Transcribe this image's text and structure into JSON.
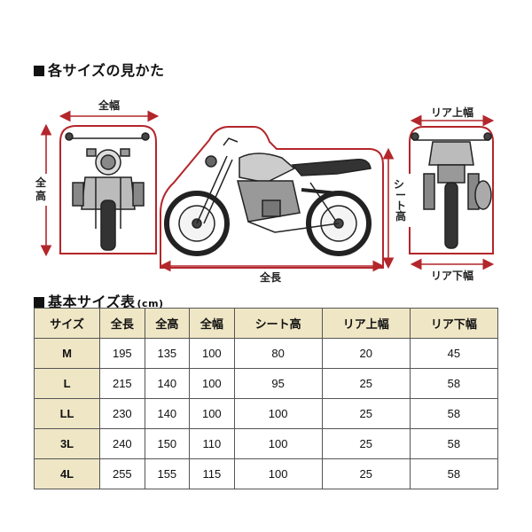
{
  "section1": {
    "title": "各サイズの見かた"
  },
  "section2": {
    "title": "基本サイズ表",
    "unit": "(cm)"
  },
  "diagram": {
    "labels": {
      "width": "全幅",
      "height": "全高",
      "length": "全長",
      "seat_height_line1": "シート",
      "seat_height_line2": "高",
      "rear_upper_width": "リア上幅",
      "rear_lower_width": "リア下幅"
    },
    "colors": {
      "outline": "#b3262b",
      "arrow": "#b3262b"
    }
  },
  "table": {
    "headers": [
      "サイズ",
      "全長",
      "全高",
      "全幅",
      "シート高",
      "リア上幅",
      "リア下幅"
    ],
    "rows": [
      [
        "M",
        "195",
        "135",
        "100",
        "80",
        "20",
        "45"
      ],
      [
        "L",
        "215",
        "140",
        "100",
        "95",
        "25",
        "58"
      ],
      [
        "LL",
        "230",
        "140",
        "100",
        "100",
        "25",
        "58"
      ],
      [
        "3L",
        "240",
        "150",
        "110",
        "100",
        "25",
        "58"
      ],
      [
        "4L",
        "255",
        "155",
        "115",
        "100",
        "25",
        "58"
      ]
    ]
  }
}
